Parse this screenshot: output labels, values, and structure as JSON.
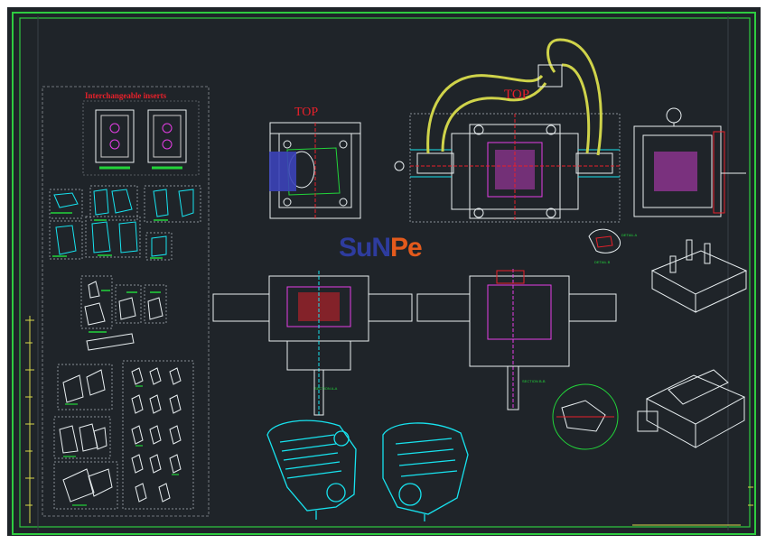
{
  "drawing": {
    "panel_title": "Interchangeable inserts",
    "top_label_left": "TOP",
    "top_label_right": "TOP",
    "brand_part1": "SuN",
    "brand_part2": "Pe",
    "section_label_left": "SECTION A-A",
    "section_label_right": "SECTION B-B",
    "detail_label_1": "DETAIL A",
    "detail_label_2": "DETAIL B"
  },
  "colors": {
    "background": "#1f2429",
    "frame": "#2ecc40",
    "line_white": "#e8eef0",
    "cyan": "#17e3ef",
    "magenta": "#e63ee6",
    "yellow_hose": "#cfd34a",
    "red": "#e8202a",
    "green": "#22d43a"
  }
}
